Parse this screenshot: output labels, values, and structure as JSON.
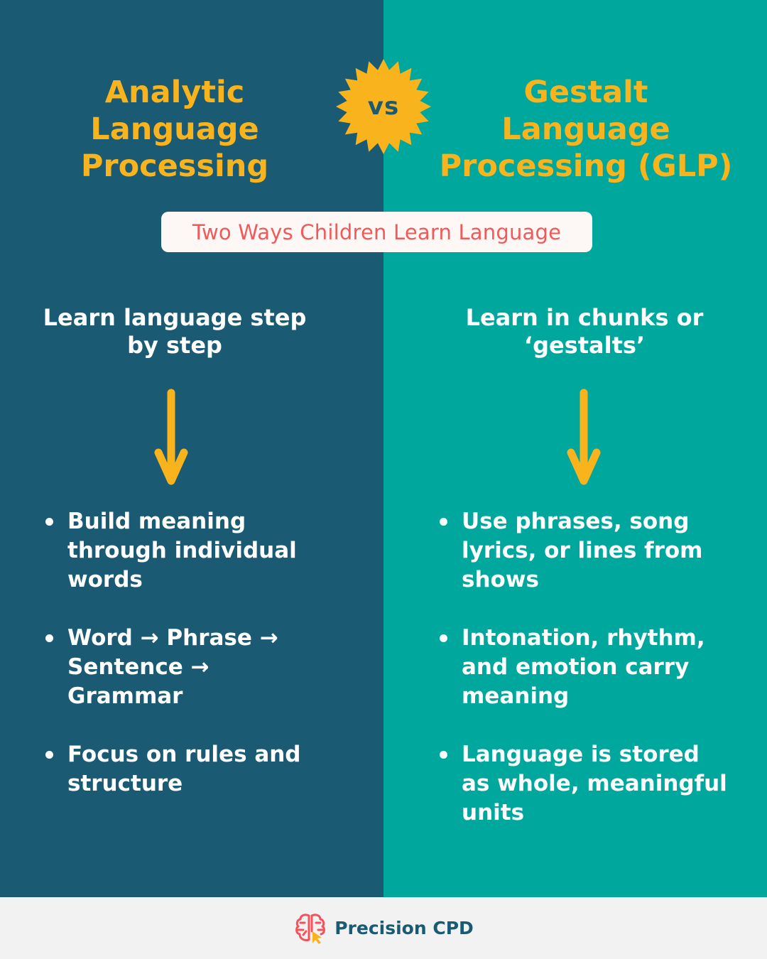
{
  "colors": {
    "left_bg": "#1A5A73",
    "right_bg": "#00A79D",
    "accent": "#F8B31D",
    "pill_bg": "#FDF8F5",
    "pill_text": "#F15A5A",
    "footer_bg": "#F2F2F2",
    "text_light": "#FFFFFF"
  },
  "vs_badge": {
    "label": "vs",
    "icon": "starburst-icon"
  },
  "subtitle": "Two Ways Children Learn Language",
  "left": {
    "title_lines": [
      "Analytic",
      "Language",
      "Processing"
    ],
    "subheading_lines": [
      "Learn language step",
      "by step"
    ],
    "arrow_icon": "arrow-down-icon",
    "bullets": [
      {
        "lines": [
          "Build meaning",
          "through individual",
          "words"
        ]
      },
      {
        "lines": [
          "Word → Phrase →",
          "Sentence →",
          "Grammar"
        ]
      },
      {
        "lines": [
          "Focus on rules and",
          "structure"
        ]
      }
    ]
  },
  "right": {
    "title_lines": [
      "Gestalt",
      "Language",
      "Processing (GLP)"
    ],
    "subheading_lines": [
      "Learn in chunks or",
      "‘gestalts’"
    ],
    "arrow_icon": "arrow-down-icon",
    "bullets": [
      {
        "lines": [
          "Use phrases, song",
          "lyrics, or lines from",
          "shows"
        ]
      },
      {
        "lines": [
          "Intonation, rhythm,",
          "and emotion carry",
          "meaning"
        ]
      },
      {
        "lines": [
          "Language is stored",
          "as whole, meaningful",
          "units"
        ]
      }
    ]
  },
  "footer": {
    "brand_name": "Precision CPD",
    "logo_icon": "brain-cursor-icon"
  }
}
